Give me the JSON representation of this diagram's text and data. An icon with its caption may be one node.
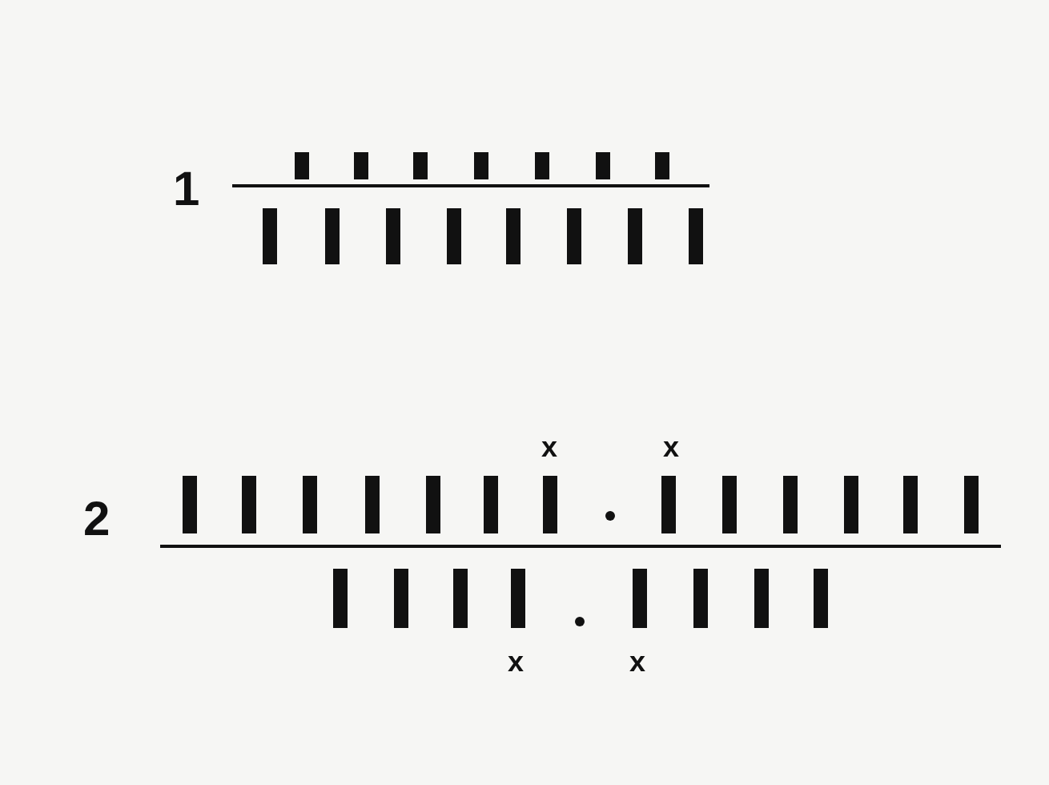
{
  "diagram": {
    "labels": [
      "1",
      "x",
      "x",
      "2",
      "x",
      "x"
    ]
  }
}
